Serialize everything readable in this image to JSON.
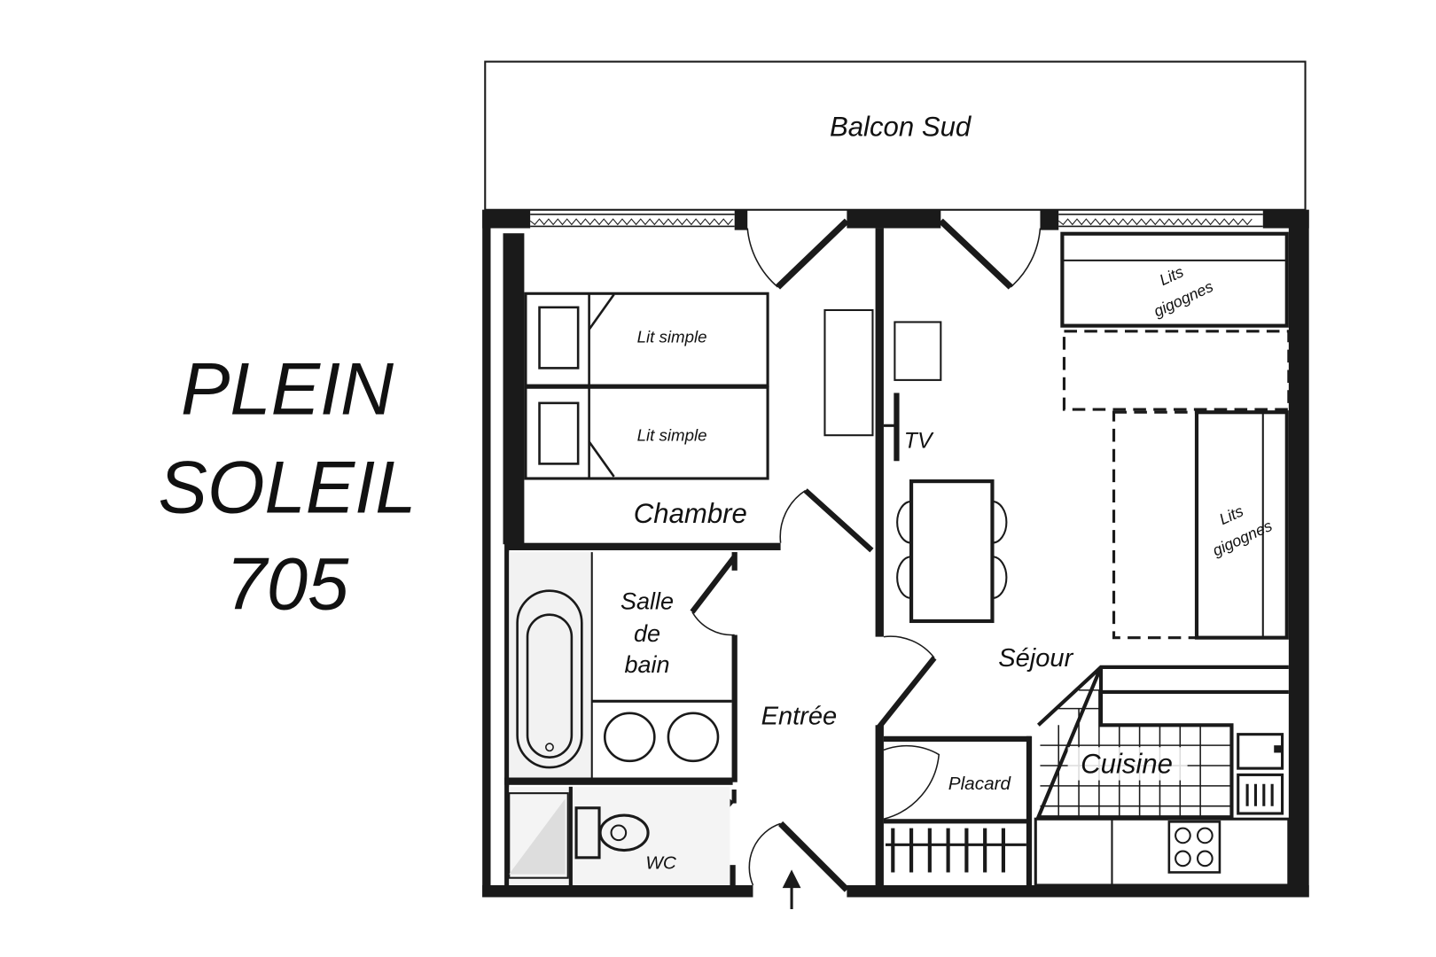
{
  "title": {
    "line1": "PLEIN",
    "line2": "SOLEIL",
    "line3": "705"
  },
  "rooms": {
    "balcony": "Balcon  Sud",
    "bedroom": "Chambre",
    "bathroom_1": "Salle",
    "bathroom_2": "de",
    "bathroom_3": "bain",
    "entry": "Entrée",
    "living": "Séjour",
    "closet": "Placard",
    "kitchen": "Cuisine",
    "wc": "WC"
  },
  "furniture": {
    "bed1": "Lit simple",
    "bed2": "Lit simple",
    "tv": "TV",
    "bunk1_line1": "Lits",
    "bunk1_line2": "gigognes",
    "bunk2_line1": "Lits",
    "bunk2_line2": "gigognes"
  }
}
